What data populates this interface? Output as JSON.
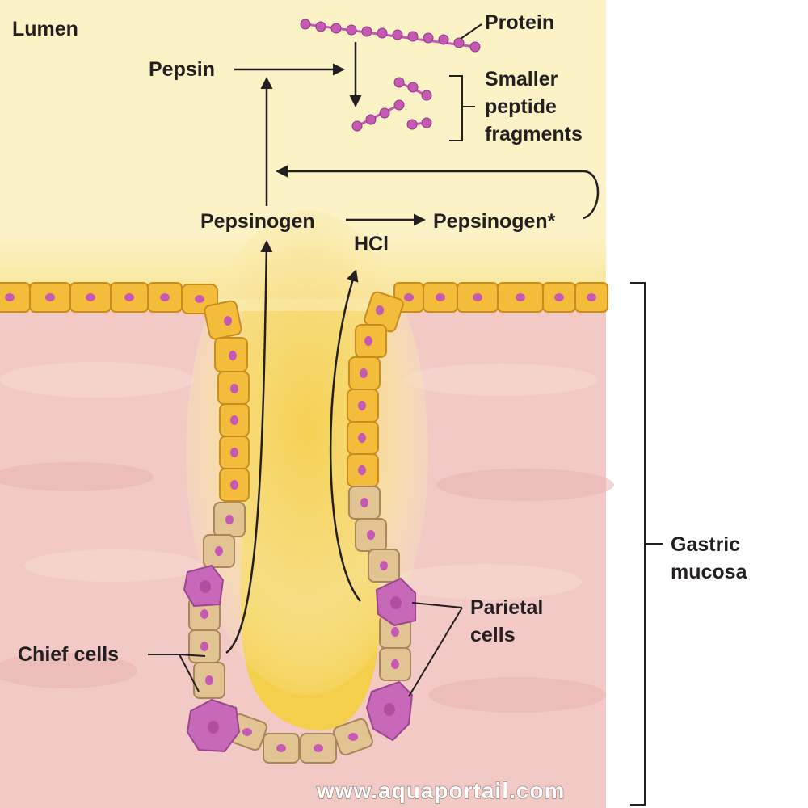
{
  "labels": {
    "lumen": "Lumen",
    "protein": "Protein",
    "pepsin": "Pepsin",
    "fragments_line1": "Smaller",
    "fragments_line2": "peptide",
    "fragments_line3": "fragments",
    "pepsinogen": "Pepsinogen",
    "pepsinogen_star": "Pepsinogen*",
    "hcl": "HCl",
    "gastric_line1": "Gastric",
    "gastric_line2": "mucosa",
    "chief_cells": "Chief cells",
    "parietal_line1": "Parietal",
    "parietal_line2": "cells"
  },
  "watermark": "www.aquaportail.com",
  "colors": {
    "lumen": "#fbf3c6",
    "mucosa": "#f2c9c4",
    "surface_cell": "#f3bd3b",
    "chief_cell": "#e2c493",
    "parietal_cell": "#c868b8",
    "nucleus": "#c659b4",
    "protein_bead": "#c659b4",
    "arrow": "#231f20"
  }
}
